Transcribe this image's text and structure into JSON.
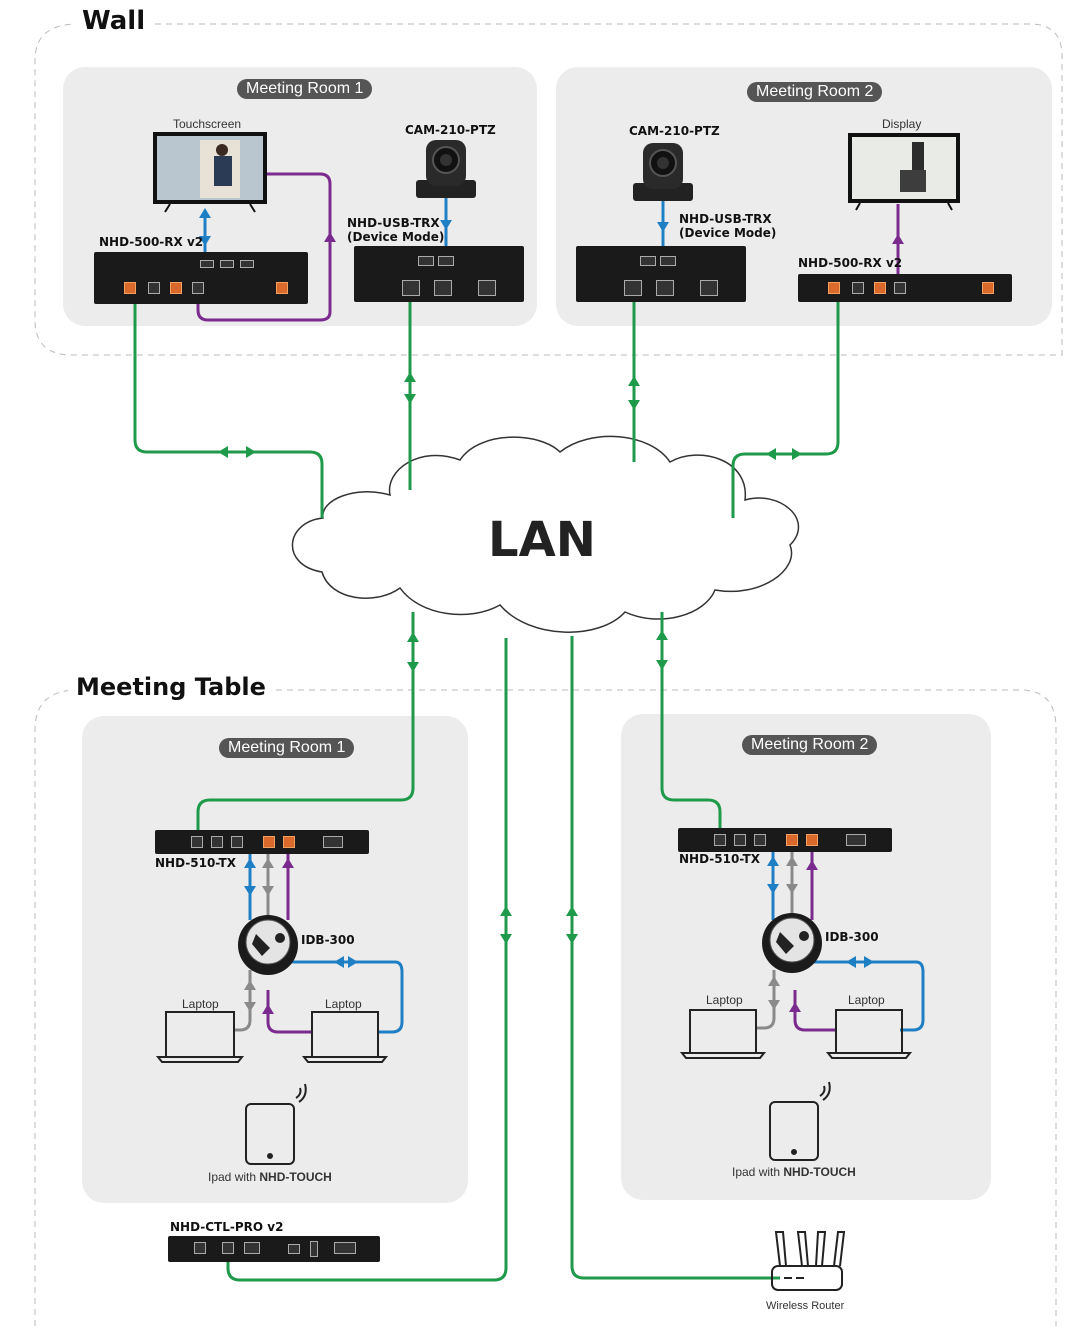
{
  "sections": {
    "wall": {
      "title": "Wall"
    },
    "table": {
      "title": "Meeting Table"
    }
  },
  "lan": {
    "label": "LAN"
  },
  "wall_rooms": [
    {
      "label": "Meeting Room 1",
      "touchscreen": "Touchscreen",
      "rx": "NHD-500-RX v2",
      "camera": "CAM-210-PTZ",
      "usb": [
        "NHD-USB-TRX",
        "(Device Mode)"
      ]
    },
    {
      "label": "Meeting Room 2",
      "camera": "CAM-210-PTZ",
      "display": "Display",
      "usb": [
        "NHD-USB-TRX",
        "(Device Mode)"
      ],
      "rx": "NHD-500-RX v2"
    }
  ],
  "table_rooms": [
    {
      "label": "Meeting Room 1",
      "tx": "NHD-510-TX",
      "idb": "IDB-300",
      "laptop_left": "Laptop",
      "laptop_right": "Laptop",
      "ipad_prefix": "Ipad with ",
      "ipad_bold": "NHD-TOUCH"
    },
    {
      "label": "Meeting Room 2",
      "tx": "NHD-510-TX",
      "idb": "IDB-300",
      "laptop_left": "Laptop",
      "laptop_right": "Laptop",
      "ipad_prefix": "Ipad with ",
      "ipad_bold": "NHD-TOUCH"
    }
  ],
  "controller": {
    "label": "NHD-CTL-PRO v2"
  },
  "router": {
    "label": "Wireless Router"
  },
  "colors": {
    "network": "#1f9a4a",
    "usb": "#1f7fc4",
    "hdmi": "#7b2a8e",
    "gray_link": "#8a8a8a"
  }
}
